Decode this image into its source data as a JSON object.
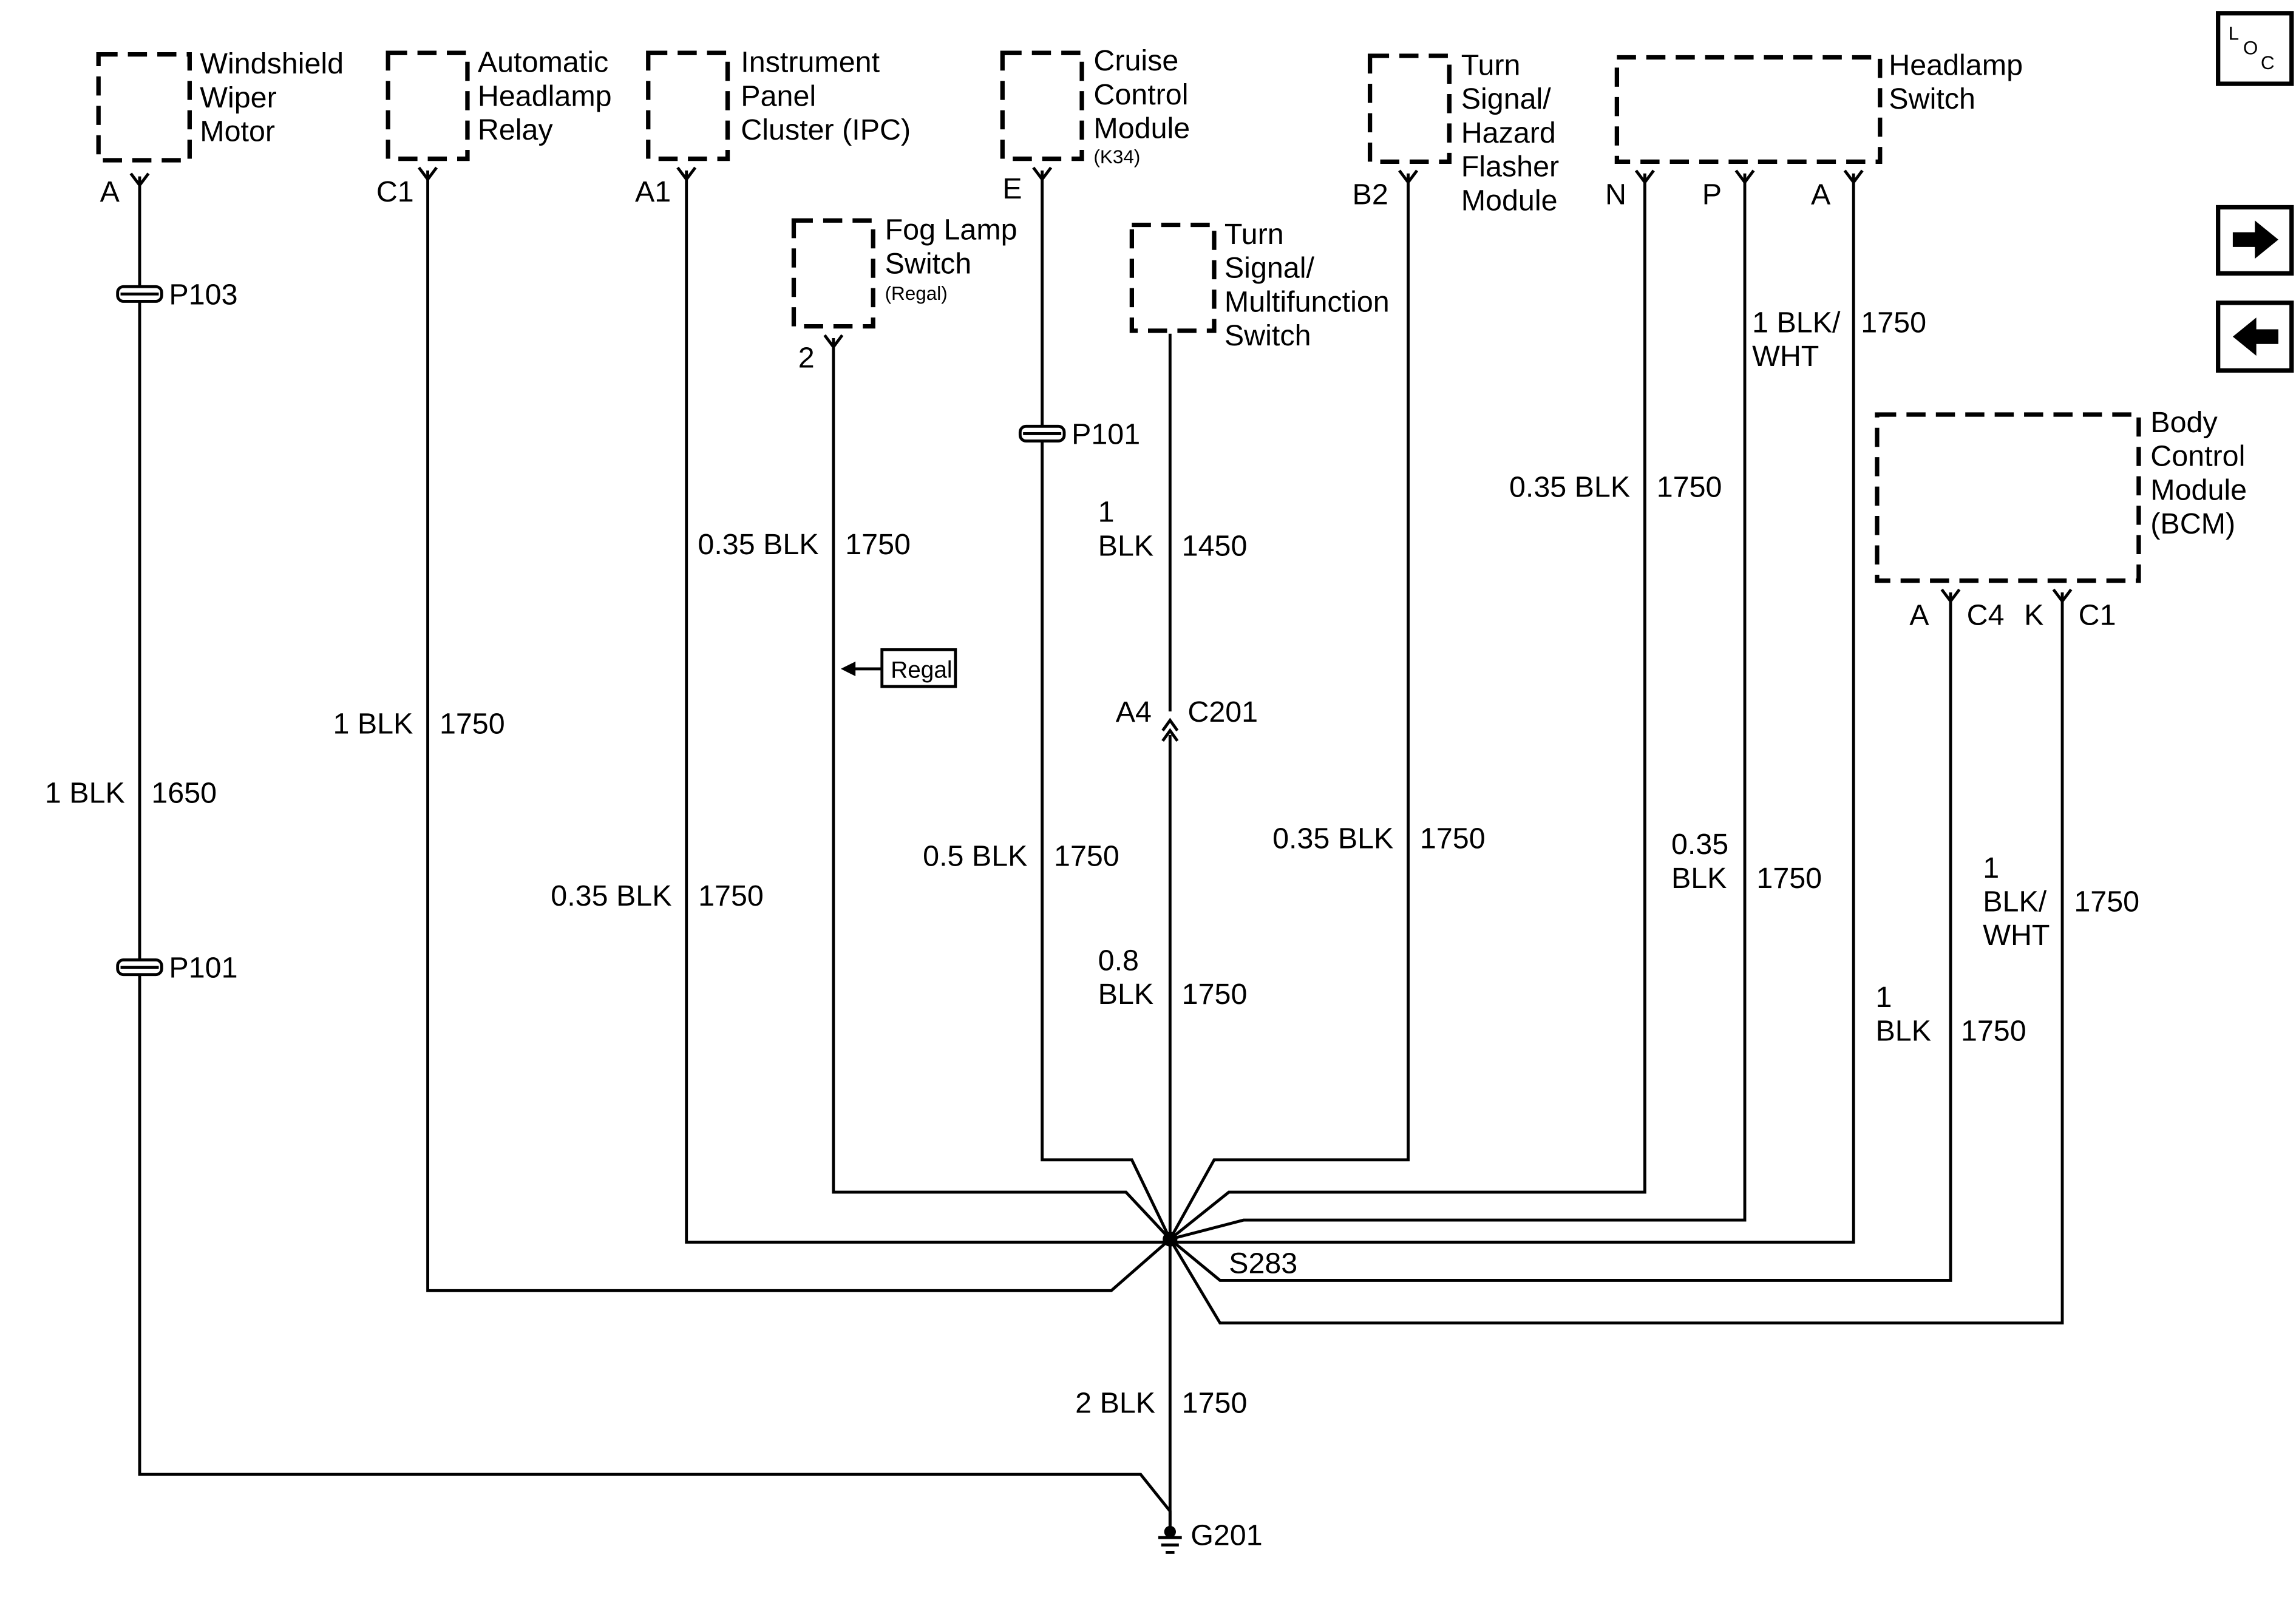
{
  "components": {
    "wiper": {
      "lines": [
        "Windshield",
        "Wiper",
        "Motor"
      ]
    },
    "auto_headlamp": {
      "lines": [
        "Automatic",
        "Headlamp",
        "Relay"
      ]
    },
    "ipc": {
      "lines": [
        "Instrument",
        "Panel",
        "Cluster (IPC)"
      ]
    },
    "cruise": {
      "lines": [
        "Cruise",
        "Control",
        "Module"
      ],
      "sub": "(K34)"
    },
    "fog": {
      "lines": [
        "Fog Lamp",
        "Switch"
      ],
      "sub": "(Regal)"
    },
    "multifunction": {
      "lines": [
        "Turn",
        "Signal/",
        "Multifunction",
        "Switch"
      ]
    },
    "hazard": {
      "lines": [
        "Turn",
        "Signal/",
        "Hazard",
        "Flasher",
        "Module"
      ]
    },
    "headlamp_switch": {
      "lines": [
        "Headlamp",
        "Switch"
      ]
    },
    "bcm": {
      "lines": [
        "Body",
        "Control",
        "Module",
        "(BCM)"
      ]
    }
  },
  "pins": {
    "wiper": "A",
    "auto_headlamp": "C1",
    "ipc": "A1",
    "cruise": "E",
    "fog": "2",
    "hazard": "B2",
    "hs_n": "N",
    "hs_p": "P",
    "hs_a": "A",
    "bcm_a": "A",
    "bcm_c4": "C4",
    "bcm_k": "K",
    "bcm_c1": "C1"
  },
  "connectors": {
    "p103": "P103",
    "p101_left": "P101",
    "p101_cruise": "P101",
    "c201_pin": "A4",
    "c201": "C201"
  },
  "wires": {
    "wiper": {
      "lines": [
        "1 BLK"
      ],
      "circuit": "1650"
    },
    "auto_headlamp": {
      "lines": [
        "1 BLK"
      ],
      "circuit": "1750"
    },
    "ipc": {
      "lines": [
        "0.35 BLK"
      ],
      "circuit": "1750"
    },
    "fog": {
      "lines": [
        "0.35 BLK"
      ],
      "circuit": "1750"
    },
    "cruise_upper": {
      "lines": [
        "1",
        "BLK"
      ],
      "circuit": "1450"
    },
    "cruise_lower": {
      "lines": [
        "0.5 BLK"
      ],
      "circuit": "1750"
    },
    "multifunction": {
      "lines": [
        "0.8",
        "BLK"
      ],
      "circuit": "1750"
    },
    "hazard": {
      "lines": [
        "0.35 BLK"
      ],
      "circuit": "1750"
    },
    "hs_n_upper": {
      "lines": [
        "0.35 BLK"
      ],
      "circuit": "1750"
    },
    "hs_n_lower": {
      "lines": [
        "0.35",
        "BLK"
      ],
      "circuit": "1750"
    },
    "hs_p": {
      "lines": [
        "1 BLK/",
        "WHT"
      ],
      "circuit": "1750"
    },
    "bcm_a": {
      "lines": [
        "1",
        "BLK"
      ],
      "circuit": "1750"
    },
    "bcm_k": {
      "lines": [
        "1",
        "BLK/",
        "WHT"
      ],
      "circuit": "1750"
    },
    "ground": {
      "lines": [
        "2 BLK"
      ],
      "circuit": "1750"
    }
  },
  "splice": "S283",
  "ground": "G201",
  "option_tag": "Regal",
  "loc_icon": {
    "letters": [
      "L",
      "O",
      "C"
    ]
  },
  "nav": {
    "next": "arrow-right-icon",
    "prev": "arrow-left-icon"
  }
}
